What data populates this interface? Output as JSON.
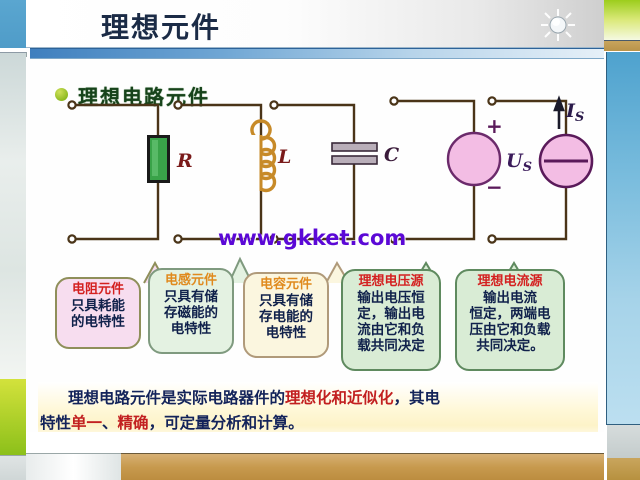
{
  "header": {
    "title": "理想元件",
    "decor_icon": "sun-icon"
  },
  "section": {
    "bullet_icon": "green-bullet-icon",
    "title": "理想电路元件"
  },
  "watermark": "www.gkket.com",
  "circuit": {
    "elements": [
      {
        "name": "resistor",
        "label": "R",
        "symbol": "green-rectangle"
      },
      {
        "name": "inductor",
        "label": "L",
        "symbol": "coil"
      },
      {
        "name": "capacitor",
        "label": "C",
        "symbol": "parallel-plates"
      },
      {
        "name": "voltage-source",
        "label": "Us",
        "symbol": "circle-plus-minus",
        "plus": "+",
        "minus": "−"
      },
      {
        "name": "current-source",
        "label": "Is",
        "symbol": "circle-with-bar",
        "arrow": "up-arrow"
      }
    ]
  },
  "callouts": [
    {
      "id": "resistor-callout",
      "title": "电阻元件",
      "lines": [
        "只具耗能",
        "的电特性"
      ],
      "bg": "#f7ddef",
      "border": "#8f8f5a",
      "title_color": "#d42020"
    },
    {
      "id": "inductor-callout",
      "title": "电感元件",
      "lines": [
        "只具有储",
        "存磁能的",
        "电特性"
      ],
      "bg": "#e4f2e2",
      "border": "#7f9a7f",
      "title_color": "#e08a1e"
    },
    {
      "id": "capacitor-callout",
      "title": "电容元件",
      "lines": [
        "只具有储",
        "存电能的",
        "电特性"
      ],
      "bg": "#fbf6df",
      "border": "#b09a7a",
      "title_color": "#e08a1e"
    },
    {
      "id": "voltage-source-callout",
      "title": "理想电压源",
      "lines": [
        "输出电压恒",
        "定，输出电",
        "流由它和负",
        "载共同决定"
      ],
      "bg": "#d9ecd5",
      "border": "#5f8a5f",
      "title_color": "#d42020"
    },
    {
      "id": "current-source-callout",
      "title": "理想电流源",
      "lines": [
        "  输出电流",
        "恒定，两端电",
        "压由它和负载",
        "共同决定。"
      ],
      "bg": "#d9ecd5",
      "border": "#5f8a5f",
      "title_color": "#d42020"
    }
  ],
  "summary": {
    "line1_a": "理想电路元件是实际电路器件的",
    "line1_hl": "理想化和近似化",
    "line1_b": "，其电",
    "line2_a": "特性",
    "line2_hl1": "单一",
    "line2_mid": "、",
    "line2_hl2": "精确",
    "line2_b": "，可定量分析和计算。"
  }
}
